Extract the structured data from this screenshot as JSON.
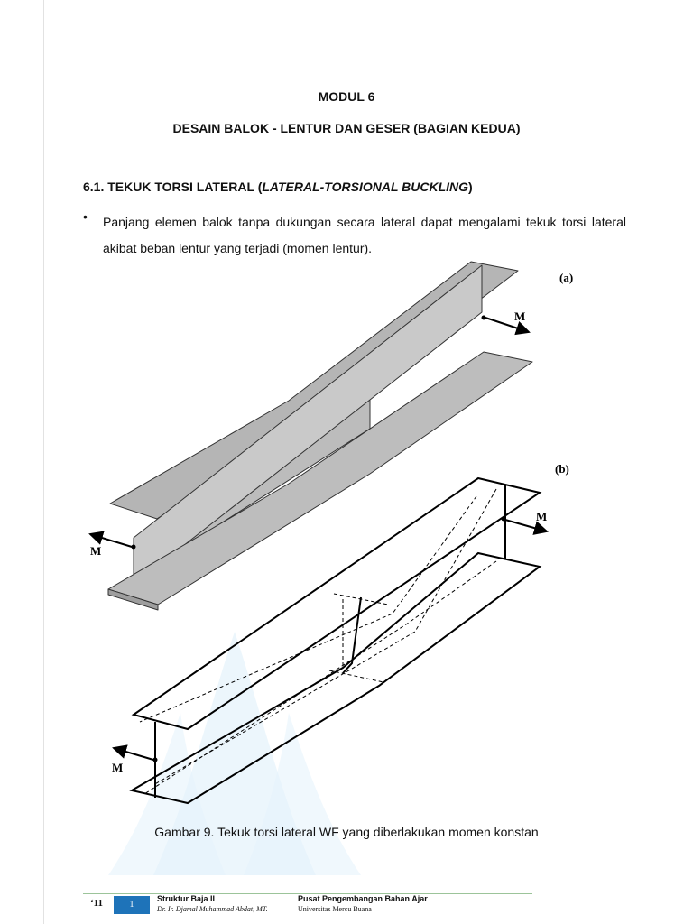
{
  "header": {
    "module": "MODUL 6",
    "title": "DESAIN BALOK - LENTUR DAN GESER (BAGIAN KEDUA)"
  },
  "section": {
    "prefix": "6.1. TEKUK TORSI LATERAL (",
    "italic": "LATERAL-TORSIONAL BUCKLING",
    "suffix": ")"
  },
  "bullet": {
    "symbol": "•",
    "text": "Panjang elemen balok tanpa dukungan secara lateral dapat mengalami tekuk torsi lateral akibat beban lentur yang terjadi (momen lentur)."
  },
  "figure": {
    "label_a": "(a)",
    "label_b": "(b)",
    "moment": "M",
    "caption": "Gambar 9. Tekuk torsi lateral WF yang diberlakukan momen konstan"
  },
  "footer": {
    "year": "‘11",
    "page": "1",
    "course": "Struktur Baja II",
    "author": "Dr. Ir. Djamal Muhammad Abdat, MT.",
    "center": "Pusat Pengembangan Bahan Ajar",
    "university": "Universitas Mercu Buana",
    "brand_color": "#1e73b9"
  }
}
